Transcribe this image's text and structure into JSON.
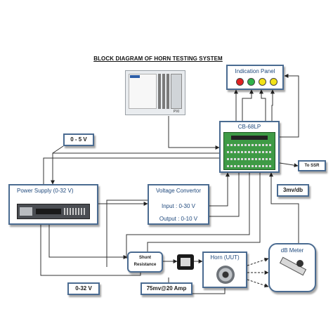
{
  "diagram": {
    "title": "BLOCK DIAGRAM OF HORN TESTING SYSTEM",
    "indication_panel": {
      "label": "Indication Panel",
      "lamp_colors": [
        "#e02020",
        "#2fb24a",
        "#f3e216",
        "#f3e216"
      ]
    },
    "daq_board": {
      "label": "CB-68LP"
    },
    "controller": {
      "label": "PXI"
    },
    "signal_0_5v": "0 - 5 V",
    "to_ssr": "To SSR",
    "signal_3mv_db": "3mv/db",
    "power_supply": {
      "label": "Power Supply (0-32 V)"
    },
    "voltage_convertor": {
      "title": "Voltage Convertor",
      "input": "Input : 0-30 V",
      "output": "Output : 0-10 V"
    },
    "shunt": {
      "line1": "Shunt",
      "line2": "Resistance"
    },
    "horn": {
      "label": "Horn (UUT)"
    },
    "db_meter": {
      "label": "dB Meter"
    },
    "signal_0_32v": "0-32 V",
    "signal_75mv": "75mv@20 Amp"
  }
}
